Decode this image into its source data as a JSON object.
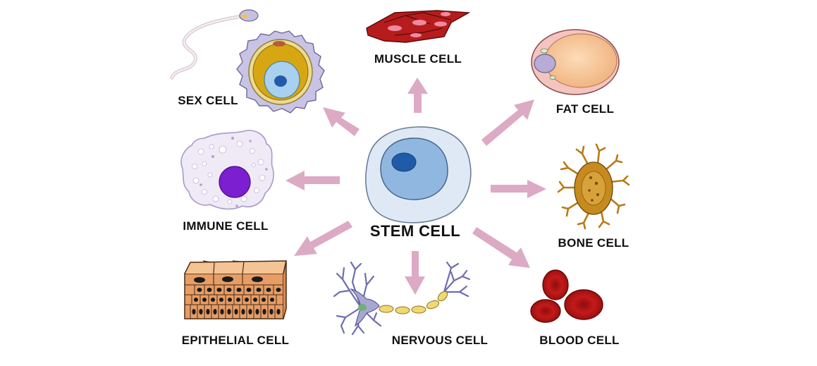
{
  "center": {
    "label": "STEM CELL"
  },
  "cells": [
    {
      "key": "sex",
      "label": "SEX CELL"
    },
    {
      "key": "muscle",
      "label": "MUSCLE CELL"
    },
    {
      "key": "fat",
      "label": "FAT CELL"
    },
    {
      "key": "immune",
      "label": "IMMUNE CELL"
    },
    {
      "key": "bone",
      "label": "BONE CELL"
    },
    {
      "key": "epithelial",
      "label": "EPITHELIAL CELL"
    },
    {
      "key": "nervous",
      "label": "NERVOUS CELL"
    },
    {
      "key": "blood",
      "label": "BLOOD CELL"
    }
  ],
  "colors": {
    "arrow": "#dcaac4",
    "stem_cytoplasm": "#dfe9f5",
    "stem_nucleus": "#8fb7e0",
    "stem_nucleolus": "#1f5ba8",
    "muscle": "#b71c1c",
    "fat": "#f6c9a0",
    "immune_nucleus": "#7b1fd0",
    "bone": "#b87a18",
    "epithelial": "#f2b37e",
    "nerve": "#a8a7d0",
    "myelin": "#f1d873",
    "blood": "#c41a1a"
  }
}
